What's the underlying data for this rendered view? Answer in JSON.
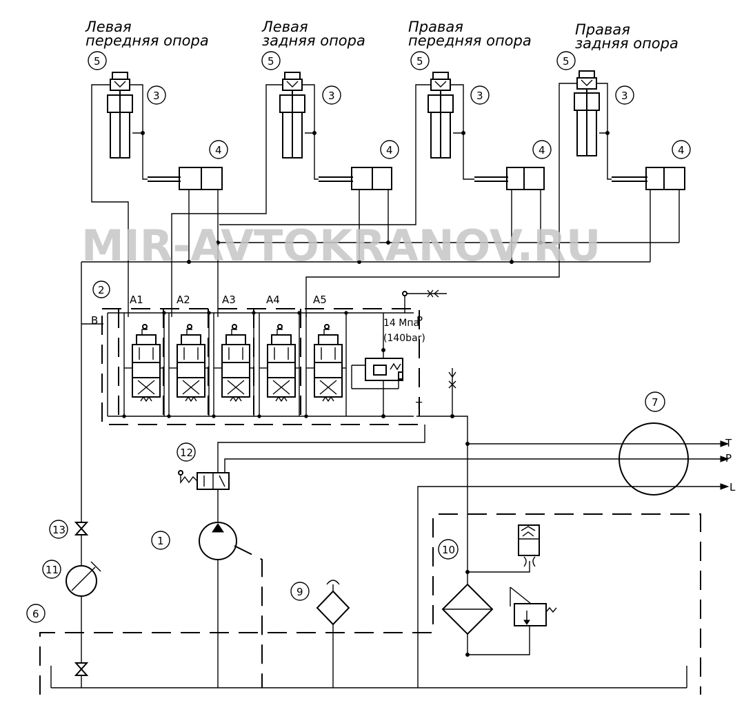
{
  "supports": [
    {
      "title_line1": "Левая",
      "title_line2": "передняя опора"
    },
    {
      "title_line1": "Левая",
      "title_line2": "задняя опора"
    },
    {
      "title_line1": "Правая",
      "title_line2": "передняя опора"
    },
    {
      "title_line1": "Правая",
      "title_line2": "задняя опора"
    }
  ],
  "callouts": {
    "n1": "1",
    "n2": "2",
    "n3": "3",
    "n4": "4",
    "n5": "5",
    "n6": "6",
    "n7": "7",
    "n9": "9",
    "n10": "10",
    "n11": "11",
    "n12": "12",
    "n13": "13"
  },
  "valve_sections": [
    "A1",
    "A2",
    "A3",
    "A4",
    "A5"
  ],
  "ports": {
    "B": "B",
    "P": "P",
    "T": "T"
  },
  "relief": {
    "line1": "14 Мпа",
    "line2": "(140bar)"
  },
  "swivel_ports": {
    "T": "T",
    "P": "P",
    "L": "L"
  },
  "watermark": "MIR-AVTOKRANOV.RU"
}
